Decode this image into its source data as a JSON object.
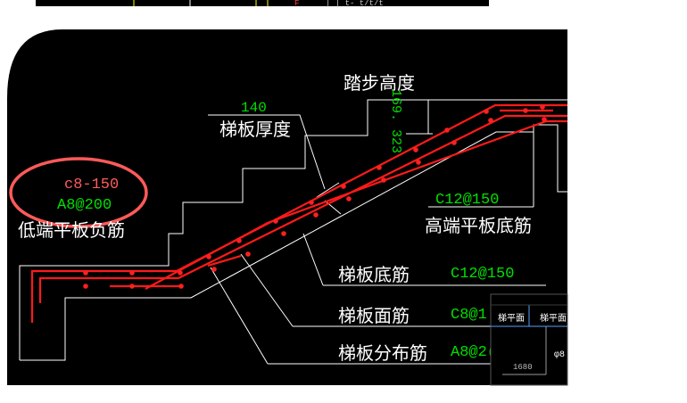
{
  "colors": {
    "background": "#000000",
    "line": "#ffffff",
    "rebar": "#ff1a1a",
    "spec_green": "#00e000",
    "highlight_red": "#ff5555"
  },
  "top_strip": {
    "text_a": "",
    "text_b": "F",
    "text_c": "| | t- t/t/t"
  },
  "labels": {
    "step_height": "踏步高度",
    "step_height_value": "169. 323",
    "slab_thickness_value": "140",
    "slab_thickness": "梯板厚度",
    "low_end_spec_red": "c8-150",
    "low_end_spec_green": "A8@200",
    "low_end_neg": "低端平板负筋",
    "high_end_spec": "C12@150",
    "high_end_bottom": "高端平板底筋",
    "bottom_bar": "梯板底筋",
    "bottom_bar_spec": "C12@150",
    "top_bar": "梯板面筋",
    "top_bar_spec": "C8@1",
    "dist_bar": "梯板分布筋",
    "dist_bar_spec": "A8@2("
  },
  "thumbnail": {
    "col_a": "梯平面",
    "col_b": "梯平面",
    "value_a": "1680",
    "value_b": "φ8"
  }
}
